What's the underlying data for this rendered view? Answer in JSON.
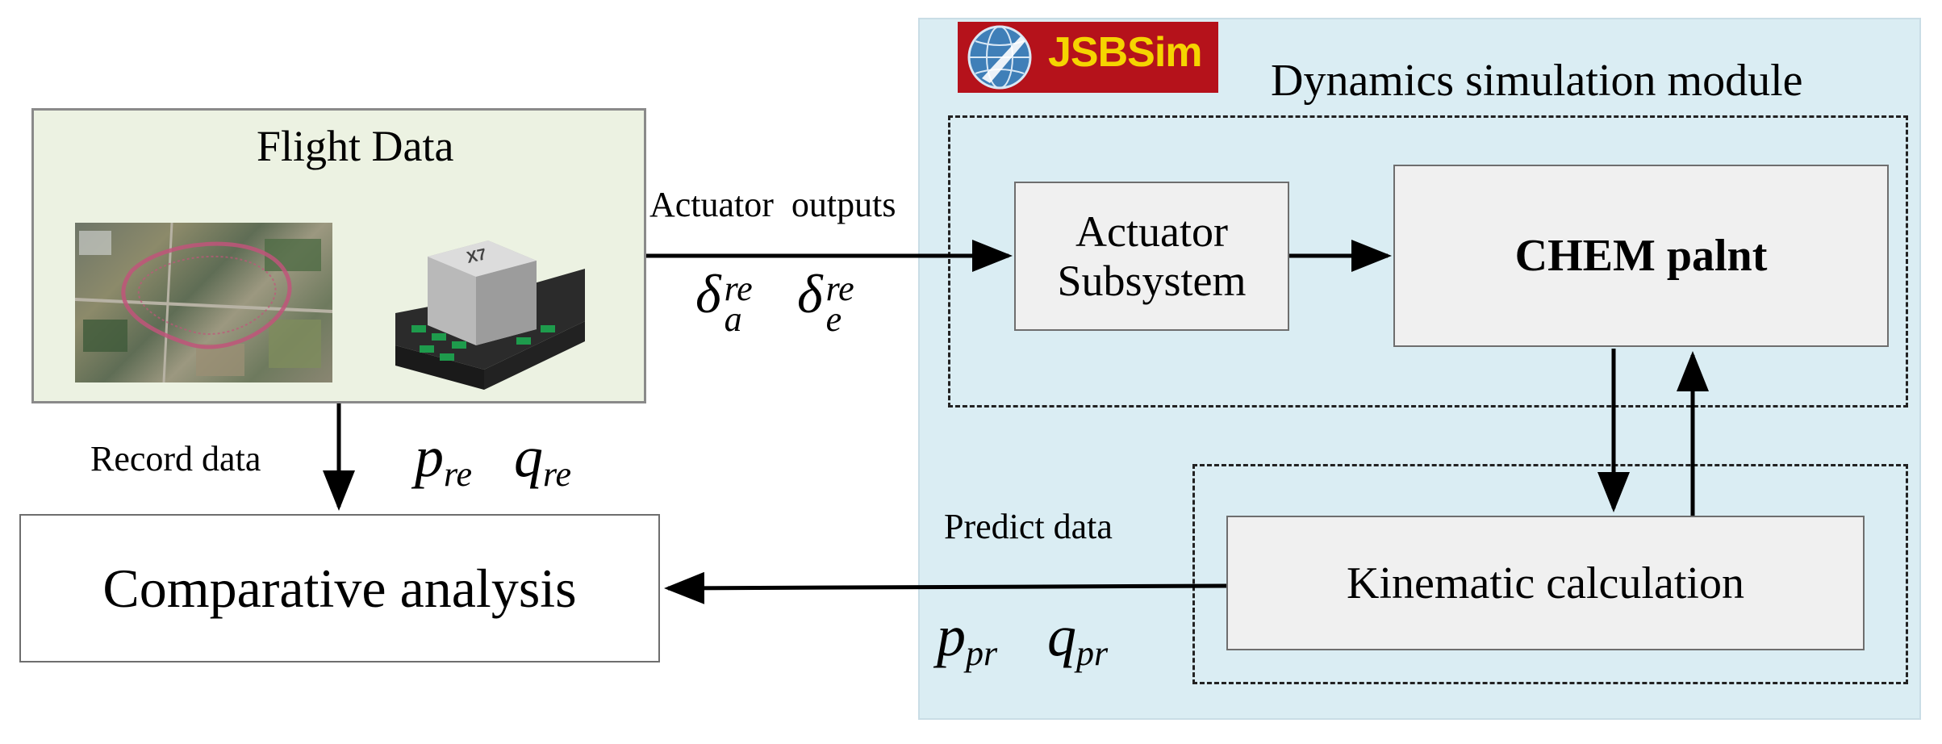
{
  "module": {
    "title": "Dynamics simulation module",
    "logo_text": "JSBSim"
  },
  "flight_data": {
    "title": "Flight Data",
    "device_label": "X7"
  },
  "actuator": {
    "line1": "Actuator",
    "line2": "Subsystem"
  },
  "chem": {
    "label": "CHEM palnt"
  },
  "kinematic": {
    "label": "Kinematic calculation"
  },
  "comparative": {
    "label": "Comparative analysis"
  },
  "labels": {
    "actuator_outputs": "Actuator  outputs",
    "record_data": "Record data",
    "predict_data": "Predict data"
  },
  "symbols": {
    "delta": "δ",
    "sub_a": "a",
    "sub_e": "e",
    "sup_re": "re",
    "p": "p",
    "q": "q",
    "sub_re": "re",
    "sub_pr": "pr"
  }
}
